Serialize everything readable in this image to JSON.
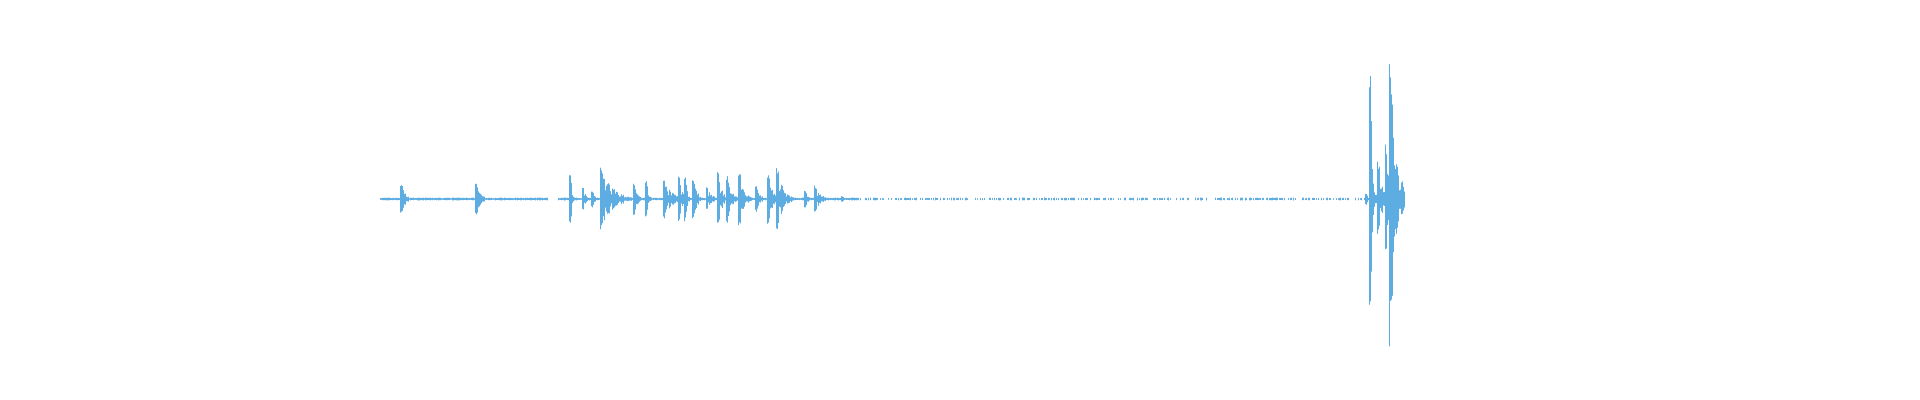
{
  "chart_data": {
    "type": "waveform",
    "title": "",
    "xlabel": "",
    "ylabel": "",
    "ylim": [
      -1,
      1
    ],
    "grid": false,
    "legend": "none",
    "color": "#5dade2",
    "time_range": [
      0,
      1
    ],
    "silent_gaps": [
      [
        0.164,
        0.173
      ]
    ],
    "events": [
      {
        "t": 0.021,
        "amp": 0.1,
        "decay": 0.004
      },
      {
        "t": 0.094,
        "amp": 0.11,
        "decay": 0.004
      },
      {
        "t": 0.186,
        "amp": 0.16,
        "decay": 0.002
      },
      {
        "t": 0.198,
        "amp": 0.08,
        "decay": 0.003
      },
      {
        "t": 0.207,
        "amp": 0.06,
        "decay": 0.003
      },
      {
        "t": 0.216,
        "amp": 0.21,
        "decay": 0.012
      },
      {
        "t": 0.248,
        "amp": 0.11,
        "decay": 0.003
      },
      {
        "t": 0.26,
        "amp": 0.13,
        "decay": 0.002
      },
      {
        "t": 0.277,
        "amp": 0.14,
        "decay": 0.008
      },
      {
        "t": 0.292,
        "amp": 0.15,
        "decay": 0.003
      },
      {
        "t": 0.298,
        "amp": 0.15,
        "decay": 0.002
      },
      {
        "t": 0.306,
        "amp": 0.13,
        "decay": 0.004
      },
      {
        "t": 0.319,
        "amp": 0.08,
        "decay": 0.006
      },
      {
        "t": 0.33,
        "amp": 0.18,
        "decay": 0.004
      },
      {
        "t": 0.339,
        "amp": 0.16,
        "decay": 0.004
      },
      {
        "t": 0.351,
        "amp": 0.19,
        "decay": 0.005
      },
      {
        "t": 0.367,
        "amp": 0.09,
        "decay": 0.004
      },
      {
        "t": 0.379,
        "amp": 0.17,
        "decay": 0.005
      },
      {
        "t": 0.388,
        "amp": 0.21,
        "decay": 0.006
      },
      {
        "t": 0.415,
        "amp": 0.06,
        "decay": 0.003
      },
      {
        "t": 0.425,
        "amp": 0.09,
        "decay": 0.006
      },
      {
        "t": 0.451,
        "amp": 0.02,
        "decay": 0.003
      },
      {
        "t": 0.963,
        "amp": 0.04,
        "decay": 0.002
      },
      {
        "t": 0.967,
        "amp": 0.83,
        "decay": 0.002
      },
      {
        "t": 0.975,
        "amp": 0.25,
        "decay": 0.004
      },
      {
        "t": 0.982,
        "amp": 0.4,
        "decay": 0.003
      },
      {
        "t": 0.986,
        "amp": 0.99,
        "decay": 0.002
      },
      {
        "t": 0.988,
        "amp": 0.8,
        "decay": 0.003
      },
      {
        "t": 0.993,
        "amp": 0.25,
        "decay": 0.003
      },
      {
        "t": 0.998,
        "amp": 0.12,
        "decay": 0.003
      }
    ]
  }
}
